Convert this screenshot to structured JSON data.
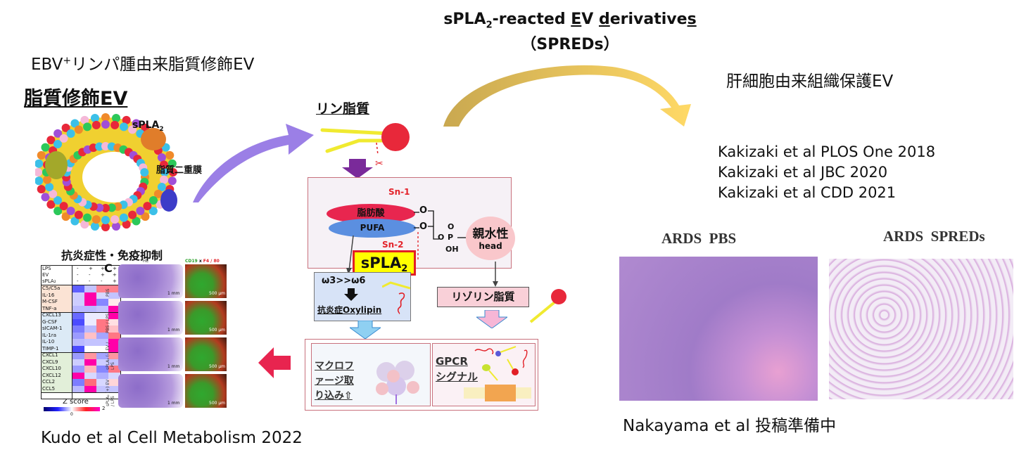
{
  "header": {
    "title_line1_parts": [
      "sPLA",
      "2",
      "-reacted ",
      "E",
      "V ",
      "d",
      "erivative",
      "s"
    ],
    "title_line2": "（SPREDs）"
  },
  "left": {
    "source_label_prefix": "EBV",
    "source_label_sup": "+",
    "source_label_suffix": "リンパ腫由来脂質修飾EV",
    "modified_ev_title": "脂質修飾EV",
    "ev_spla2_label": "sPLA",
    "ev_spla2_sub": "2",
    "bilayer_label": "脂質二重膜",
    "reference": "Kudo et al Cell Metabolism 2022"
  },
  "mechanism": {
    "phospholipid_title": "リン脂質",
    "sn1": "Sn-1",
    "sn2": "Sn-2",
    "fatty_acid": "脂肪酸",
    "pufa": "PUFA",
    "o_upper": "O",
    "o_lower": "O",
    "phosphate_o_top": "O",
    "phosphate_o_left": "O",
    "phosphate_p": "P",
    "phosphate_oh": "OH",
    "hydrophilic": "親水性",
    "head": "head",
    "spla2_main": "sPLA",
    "spla2_sub": "2",
    "omega": "ω3>>ω6",
    "oxylipin": "抗炎症Oxylipin",
    "lysophospholipid": "リゾリン脂質",
    "macrophage_lines": [
      "マクロフ",
      "ァージ取",
      "り込み⇧"
    ],
    "gpcr_lines": [
      "GPCR",
      "シグナル"
    ]
  },
  "heatmap": {
    "title": "抗炎症性・免疫抑制",
    "treat_labels": [
      "LPS",
      "EV",
      "sPLA₂"
    ],
    "treat_signs": [
      [
        "-",
        "+",
        "+",
        "+"
      ],
      [
        "-",
        "-",
        "+",
        "+"
      ],
      [
        "-",
        "-",
        "-",
        "+"
      ]
    ],
    "groups": [
      {
        "color": "#fbe3d4",
        "rows": [
          "C5/C5a",
          "IL-16",
          "M-CSF",
          "TNF-a"
        ]
      },
      {
        "color": "#dceaf6",
        "rows": [
          "CXCL13",
          "G-CSF",
          "sICAM-1",
          "IL-1ra",
          "IL-10",
          "TIMP-1"
        ]
      },
      {
        "color": "#e2efd9",
        "rows": [
          "CXCL1",
          "CXCL9",
          "CXCL10",
          "CXCL12",
          "CCL2",
          "CCL5"
        ]
      }
    ],
    "values": [
      [
        -1.6,
        -0.6,
        1.2,
        1.2
      ],
      [
        -0.5,
        2.0,
        -0.4,
        -0.6
      ],
      [
        -0.5,
        2.0,
        -1.2,
        0.2
      ],
      [
        -0.7,
        -0.7,
        -0.6,
        2.0
      ],
      [
        -1.5,
        -0.2,
        -0.2,
        2.0
      ],
      [
        -1.8,
        -0.2,
        1.3,
        0.3
      ],
      [
        -1.3,
        -0.7,
        1.3,
        0.6
      ],
      [
        -1.0,
        0.6,
        -0.9,
        1.3
      ],
      [
        -0.7,
        -0.6,
        -0.6,
        2.0
      ],
      [
        -1.8,
        0.0,
        0.0,
        2.0
      ],
      [
        -1.0,
        1.0,
        -0.9,
        1.0
      ],
      [
        -0.5,
        2.0,
        -0.5,
        -0.6
      ],
      [
        -1.0,
        0.7,
        -1.2,
        1.3
      ],
      [
        2.0,
        -0.4,
        -0.8,
        -0.4
      ],
      [
        -1.3,
        1.4,
        -0.4,
        0.4
      ],
      [
        -0.7,
        2.0,
        -0.6,
        -0.6
      ]
    ],
    "scale_title": "Z score",
    "scale_mid": "0",
    "scale_max": "2"
  },
  "histology": {
    "panel_letter": "C",
    "col_he": "HE",
    "col_cd19": "CD19",
    "col_x": "x",
    "col_f480": "F4 / 80",
    "rows": [
      "PBS",
      "PBS / LPS",
      "sPLA₂ (-) EV / LPS",
      "sPLA₂ (+) EV / LPS"
    ],
    "scale_he": "1 mm",
    "scale_fl": "500 μm"
  },
  "right": {
    "source_label": "肝細胞由来組織保護EV",
    "references": [
      "Kakizaki et al PLOS One 2018",
      "Kakizaki et al JBC 2020",
      "Kakizaki et al CDD 2021"
    ],
    "ards_pbs_label": "ARDS  PBS",
    "ards_spreds_label": "ARDS  SPREDs",
    "reference": "Nakayama et al 投稿準備中"
  },
  "colors": {
    "gold_arrow": "#d9b352",
    "purple_arrow": "#9b7fe6",
    "down_arrow": "#7a2a9a",
    "red_arrow": "#e8244f",
    "blue_arrow": "#6fb6ea",
    "pink_arrow": "#f6b6d6"
  }
}
